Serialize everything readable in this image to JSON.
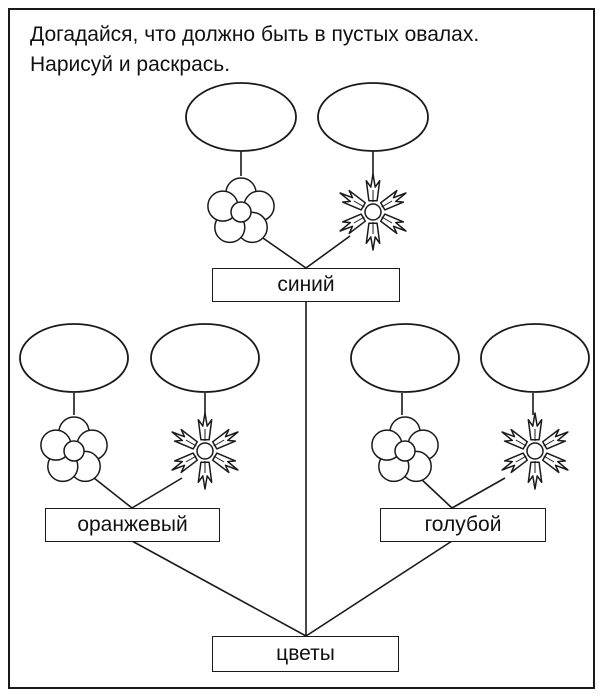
{
  "instructions": {
    "line1": "Догадайся, что должно быть в пустых овалах.",
    "line2": "Нарисуй и раскрась."
  },
  "tree": {
    "root": {
      "label": "цветы"
    },
    "groups": [
      {
        "label": "синий",
        "flowers": [
          {
            "type": "round-petal-flower"
          },
          {
            "type": "jagged-petal-flower"
          }
        ]
      },
      {
        "label": "оранжевый",
        "flowers": [
          {
            "type": "round-petal-flower"
          },
          {
            "type": "jagged-petal-flower"
          }
        ]
      },
      {
        "label": "голубой",
        "flowers": [
          {
            "type": "round-petal-flower"
          },
          {
            "type": "jagged-petal-flower"
          }
        ]
      }
    ]
  },
  "colors": {
    "ink": "#1a1a1a",
    "paper": "#ffffff"
  }
}
